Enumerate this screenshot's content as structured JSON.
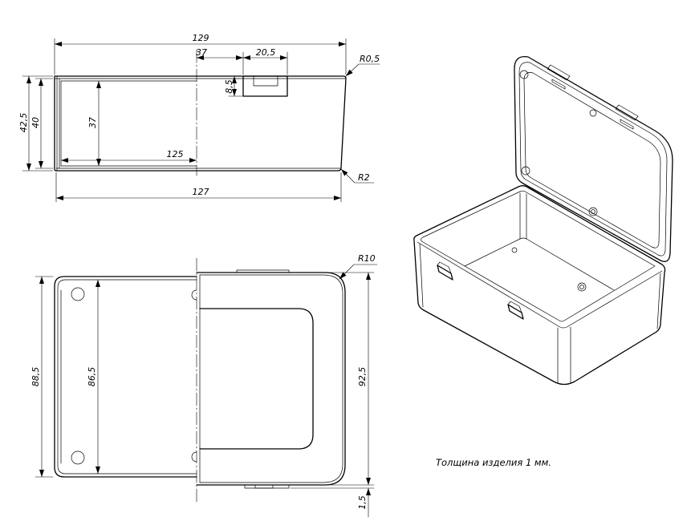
{
  "colors": {
    "line": "#000000",
    "background": "#ffffff"
  },
  "front_view": {
    "overall_length": "129",
    "latch_offset": "37",
    "latch_width": "20,5",
    "top_edge_radius": "R0,5",
    "latch_height": "8,5",
    "overall_height": "42,5",
    "body_height": "40",
    "inner_height": "37",
    "inner_length": "125",
    "bottom_length": "127",
    "bottom_edge_radius": "R2"
  },
  "top_view": {
    "corner_radius": "R10",
    "body_width": "88,5",
    "inner_width": "86,5",
    "lid_width": "92,5",
    "lid_step": "1,5"
  },
  "note": "Толщина изделия 1 мм."
}
